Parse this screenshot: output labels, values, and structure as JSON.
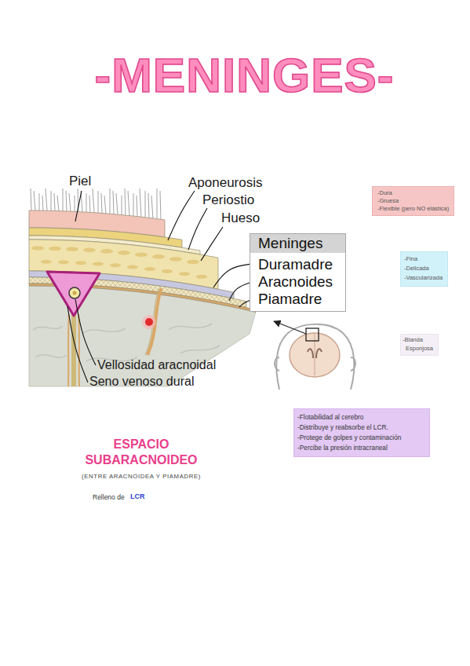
{
  "diagram": {
    "title": "-MENINGES-",
    "nodes": [
      {
        "text": [
          "-Dura",
          "-Gruesa",
          "-Flexible (pero NO elástica)"
        ]
      },
      {
        "text": [
          "Meninges",
          "Duramadre",
          "Aracnoides",
          "Piamadre"
        ]
      },
      {
        "text": [
          "-Fina",
          "-Delicada",
          "-Vascularizada"
        ]
      },
      {
        "text": [
          "-Blanda",
          "Esponjosa"
        ]
      },
      {
        "text": [
          "-Flotabilidad al cerebro",
          "-Distribuye y reabsorbe el LCR.",
          "-Protege de golpes y contaminación",
          "-Percibe la presión intracraneal"
        ]
      }
    ],
    "labels": [
      "Piel",
      "Aponeurosis",
      "Periostio",
      "Hueso",
      "Vellosidad aracnoidal",
      "Seno venoso dural",
      "ESPACIO SUBARACNOIDEO",
      "(ENTRE ARACNOIDEA Y PIAMADRE)",
      "Relleno de",
      "LCR"
    ]
  }
}
